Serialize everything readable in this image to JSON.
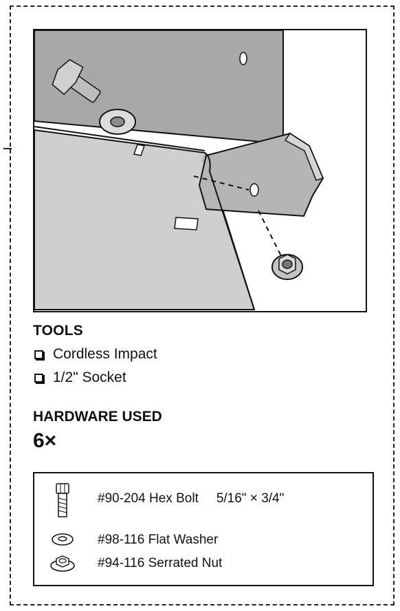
{
  "tools": {
    "title": "TOOLS",
    "items": [
      "Cordless Impact",
      "1/2\" Socket"
    ]
  },
  "hardware": {
    "title": "HARDWARE USED",
    "quantity": "6×",
    "items": [
      {
        "part": "#90-204 Hex Bolt",
        "size": "5/16\" × 3/4\"",
        "icon": "hex-bolt-icon"
      },
      {
        "part": "#98-116 Flat Washer",
        "icon": "flat-washer-icon"
      },
      {
        "part": "#94-116 Serrated Nut",
        "icon": "serrated-nut-icon"
      }
    ]
  },
  "colors": {
    "steel_light": "#d9d9d9",
    "steel_mid": "#c4c4c4",
    "steel_dark": "#a9a9a9",
    "outline": "#111111"
  }
}
